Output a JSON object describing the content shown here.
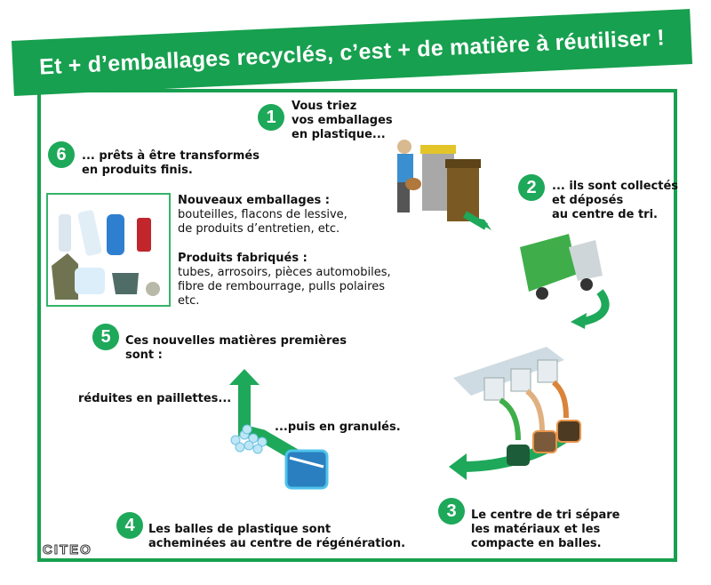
{
  "title": "Et + d’emballages recyclés, c’est + de matière à réutiliser !",
  "steps": [
    {
      "n": "1",
      "text": "Vous triez\nvos emballages\nen plastique..."
    },
    {
      "n": "2",
      "text": "... ils sont collectés\net déposés\nau centre de tri."
    },
    {
      "n": "3",
      "text": "Le centre de tri sépare\nles matériaux et les\ncompacte en balles."
    },
    {
      "n": "4",
      "text": "Les balles de plastique sont\nacheminées au centre de régénération."
    },
    {
      "n": "5",
      "text": "Ces nouvelles matières premières\nsont :"
    },
    {
      "n": "6",
      "text": "... prêts à être transformés\nen produits finis."
    }
  ],
  "step5_flakes": "réduites en paillettes...",
  "step5_granules": "...puis en granulés.",
  "products": {
    "packaging_title": "Nouveaux emballages :",
    "packaging_text": "bouteilles, flacons de lessive,\nde produits d’entretien, etc.",
    "manufactured_title": "Produits fabriqués :",
    "manufactured_text": "tubes, arrosoirs, pièces automobiles,\nfibre de rembourrage, pulls polaires\netc."
  },
  "logo": "CITEO",
  "colors": {
    "green": "#17a04f",
    "light_green": "#1ea85a"
  }
}
